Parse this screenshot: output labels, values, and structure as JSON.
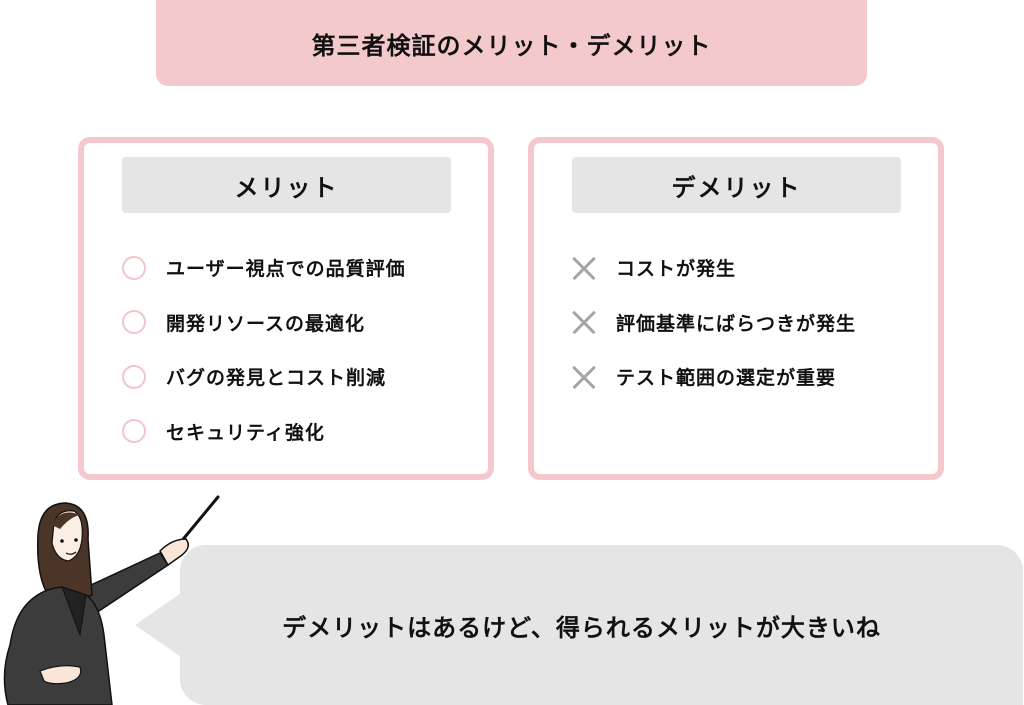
{
  "title": "第三者検証のメリット・デメリット",
  "merits": {
    "heading": "メリット",
    "marker": "circle-icon",
    "items": [
      {
        "label": "ユーザー視点での品質評価"
      },
      {
        "label": "開発リソースの最適化"
      },
      {
        "label": "バグの発見とコスト削減"
      },
      {
        "label": "セキュリティ強化"
      }
    ]
  },
  "demerits": {
    "heading": "デメリット",
    "marker": "cross-icon",
    "items": [
      {
        "label": "コストが発生"
      },
      {
        "label": "評価基準にばらつきが発生"
      },
      {
        "label": "テスト範囲の選定が重要"
      }
    ]
  },
  "speech_bubble": {
    "text": "デメリットはあるけど、得られるメリットが大きいね"
  },
  "colors": {
    "title_bg": "#f3c9cc",
    "panel_border": "#f4c8cc",
    "panel_heading_bg": "#e5e5e5",
    "circle_marker": "#f2c6c9",
    "cross_marker": "#a5a5a5",
    "bubble_bg": "#e5e5e5"
  }
}
